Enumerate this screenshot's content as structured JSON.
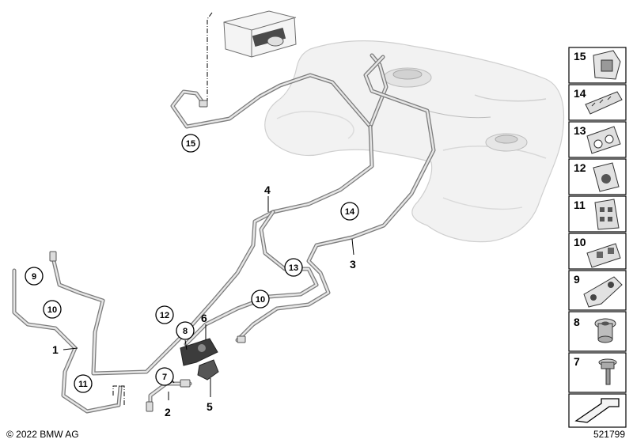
{
  "diagram": {
    "callouts_plain": [
      {
        "id": "1",
        "label": "1"
      },
      {
        "id": "2",
        "label": "2"
      },
      {
        "id": "3",
        "label": "3"
      },
      {
        "id": "4",
        "label": "4"
      },
      {
        "id": "5",
        "label": "5"
      },
      {
        "id": "6",
        "label": "6"
      }
    ],
    "callouts_circled": [
      {
        "id": "15",
        "label": "15"
      },
      {
        "id": "14",
        "label": "14"
      },
      {
        "id": "13",
        "label": "13"
      },
      {
        "id": "12",
        "label": "12"
      },
      {
        "id": "10a",
        "label": "10"
      },
      {
        "id": "10b",
        "label": "10"
      },
      {
        "id": "9",
        "label": "9"
      },
      {
        "id": "8",
        "label": "8"
      },
      {
        "id": "7",
        "label": "7"
      },
      {
        "id": "11",
        "label": "11"
      }
    ]
  },
  "legend": {
    "items": [
      {
        "label": "15",
        "icon": "clip-holder-icon"
      },
      {
        "label": "14",
        "icon": "multi-clip-icon"
      },
      {
        "label": "13",
        "icon": "double-clip-icon"
      },
      {
        "label": "12",
        "icon": "pipe-clip-icon"
      },
      {
        "label": "11",
        "icon": "quad-clip-icon"
      },
      {
        "label": "10",
        "icon": "twin-clip-icon"
      },
      {
        "label": "9",
        "icon": "bracket-holder-icon"
      },
      {
        "label": "8",
        "icon": "grommet-icon"
      },
      {
        "label": "7",
        "icon": "screw-icon"
      }
    ],
    "bottom_icon": "arrow-icon"
  },
  "footer": {
    "copyright": "© 2022 BMW AG",
    "diagram_number": "521799"
  },
  "colors": {
    "pipe": "#7d7d7d",
    "tank": "#f1f1f1",
    "legend_frame": "#000000"
  }
}
